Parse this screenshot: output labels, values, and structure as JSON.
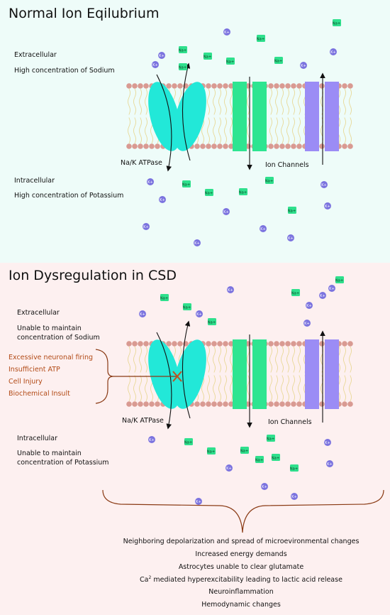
{
  "top": {
    "title": "Normal Ion Eqilubrium",
    "extracellular_label": "Extracellular",
    "extracellular_desc": "High concentration of Sodium",
    "pump_label": "Na/K ATPase",
    "channels_label": "Ion Channels",
    "intracellular_label": "Intracellular",
    "intracellular_desc": "High concentration of Potassium"
  },
  "bottom": {
    "title": "Ion Dysregulation in CSD",
    "extracellular_label": "Extracellular",
    "extracellular_desc_1": "Unable to maintain",
    "extracellular_desc_2": "concentration of Sodium",
    "pump_label": "Na/K ATPase",
    "channels_label": "Ion Channels",
    "intracellular_label": "Intracellular",
    "intracellular_desc_1": "Unable to maintain",
    "intracellular_desc_2": "concentration of Potassium",
    "causes": [
      "Excessive neuronal firing",
      "Insufficient ATP",
      "Cell Injury",
      "Biochemical Insult"
    ],
    "effects": [
      "Neighboring depolarization and spread of microevironmental changes",
      "Increased energy demands",
      "Astrocytes unable to clear glutamate",
      "mediated hyperexcitability leading to lactic acid release",
      "Neuroinflammation",
      "Hemodynamic changes"
    ],
    "effect_ca_prefix": "Ca",
    "effect_ca_sup": "2"
  },
  "ions": {
    "sodium_label": "Na",
    "potassium_label": "K",
    "charge": "+"
  },
  "colors": {
    "top_bg": "#eefcf9",
    "bottom_bg": "#fdf0f0",
    "pump": "#22e8d8",
    "channel_green": "#2ee591",
    "channel_purple": "#9b8cf5",
    "lipid_head": "#d99a92",
    "sodium": "#2fe08d",
    "potassium": "#7b73df",
    "cause_text": "#b24a16"
  }
}
